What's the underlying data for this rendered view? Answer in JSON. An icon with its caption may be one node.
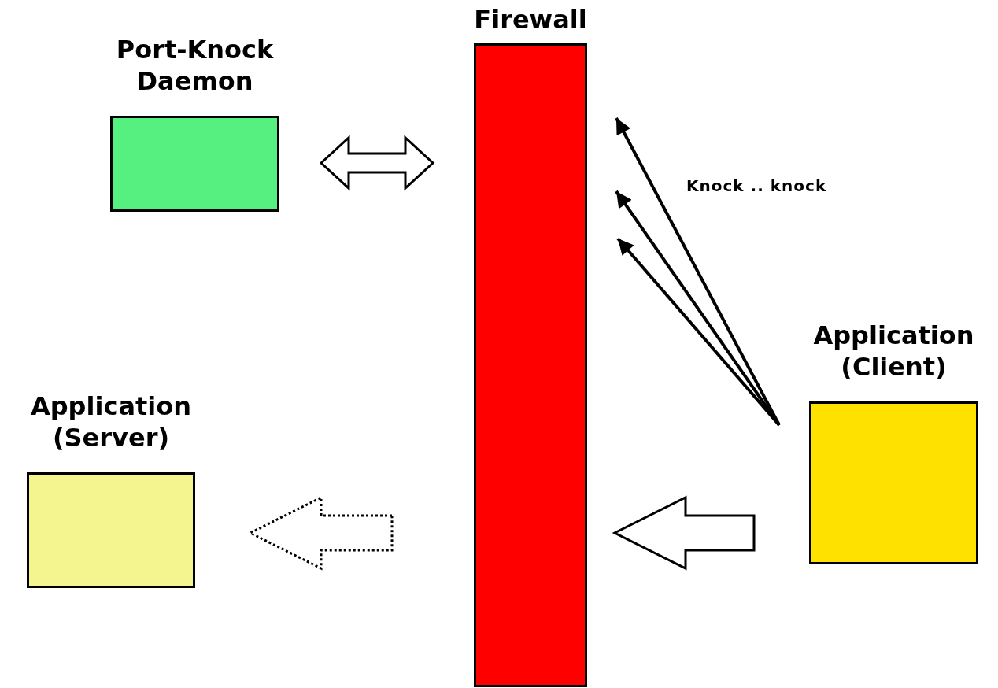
{
  "diagram": {
    "nodes": [
      {
        "text": [
          "Firewall"
        ]
      },
      {
        "text": [
          "Port-Knock Daemon"
        ]
      },
      {
        "text": [
          "Application (Client)"
        ]
      },
      {
        "text": [
          "Application (Server)"
        ]
      }
    ],
    "edges": [
      {
        "from": 1,
        "to": 0,
        "arrow": "both"
      },
      {
        "from": 2,
        "to": 0,
        "arrow": "to",
        "label": "Knock .. knock"
      },
      {
        "from": 2,
        "to": 0,
        "arrow": "to"
      },
      {
        "from": 2,
        "to": 0,
        "arrow": "to"
      },
      {
        "from": 2,
        "to": 0,
        "arrow": "to"
      },
      {
        "from": 0,
        "to": 3,
        "arrow": "to",
        "style": "dashed"
      }
    ]
  }
}
